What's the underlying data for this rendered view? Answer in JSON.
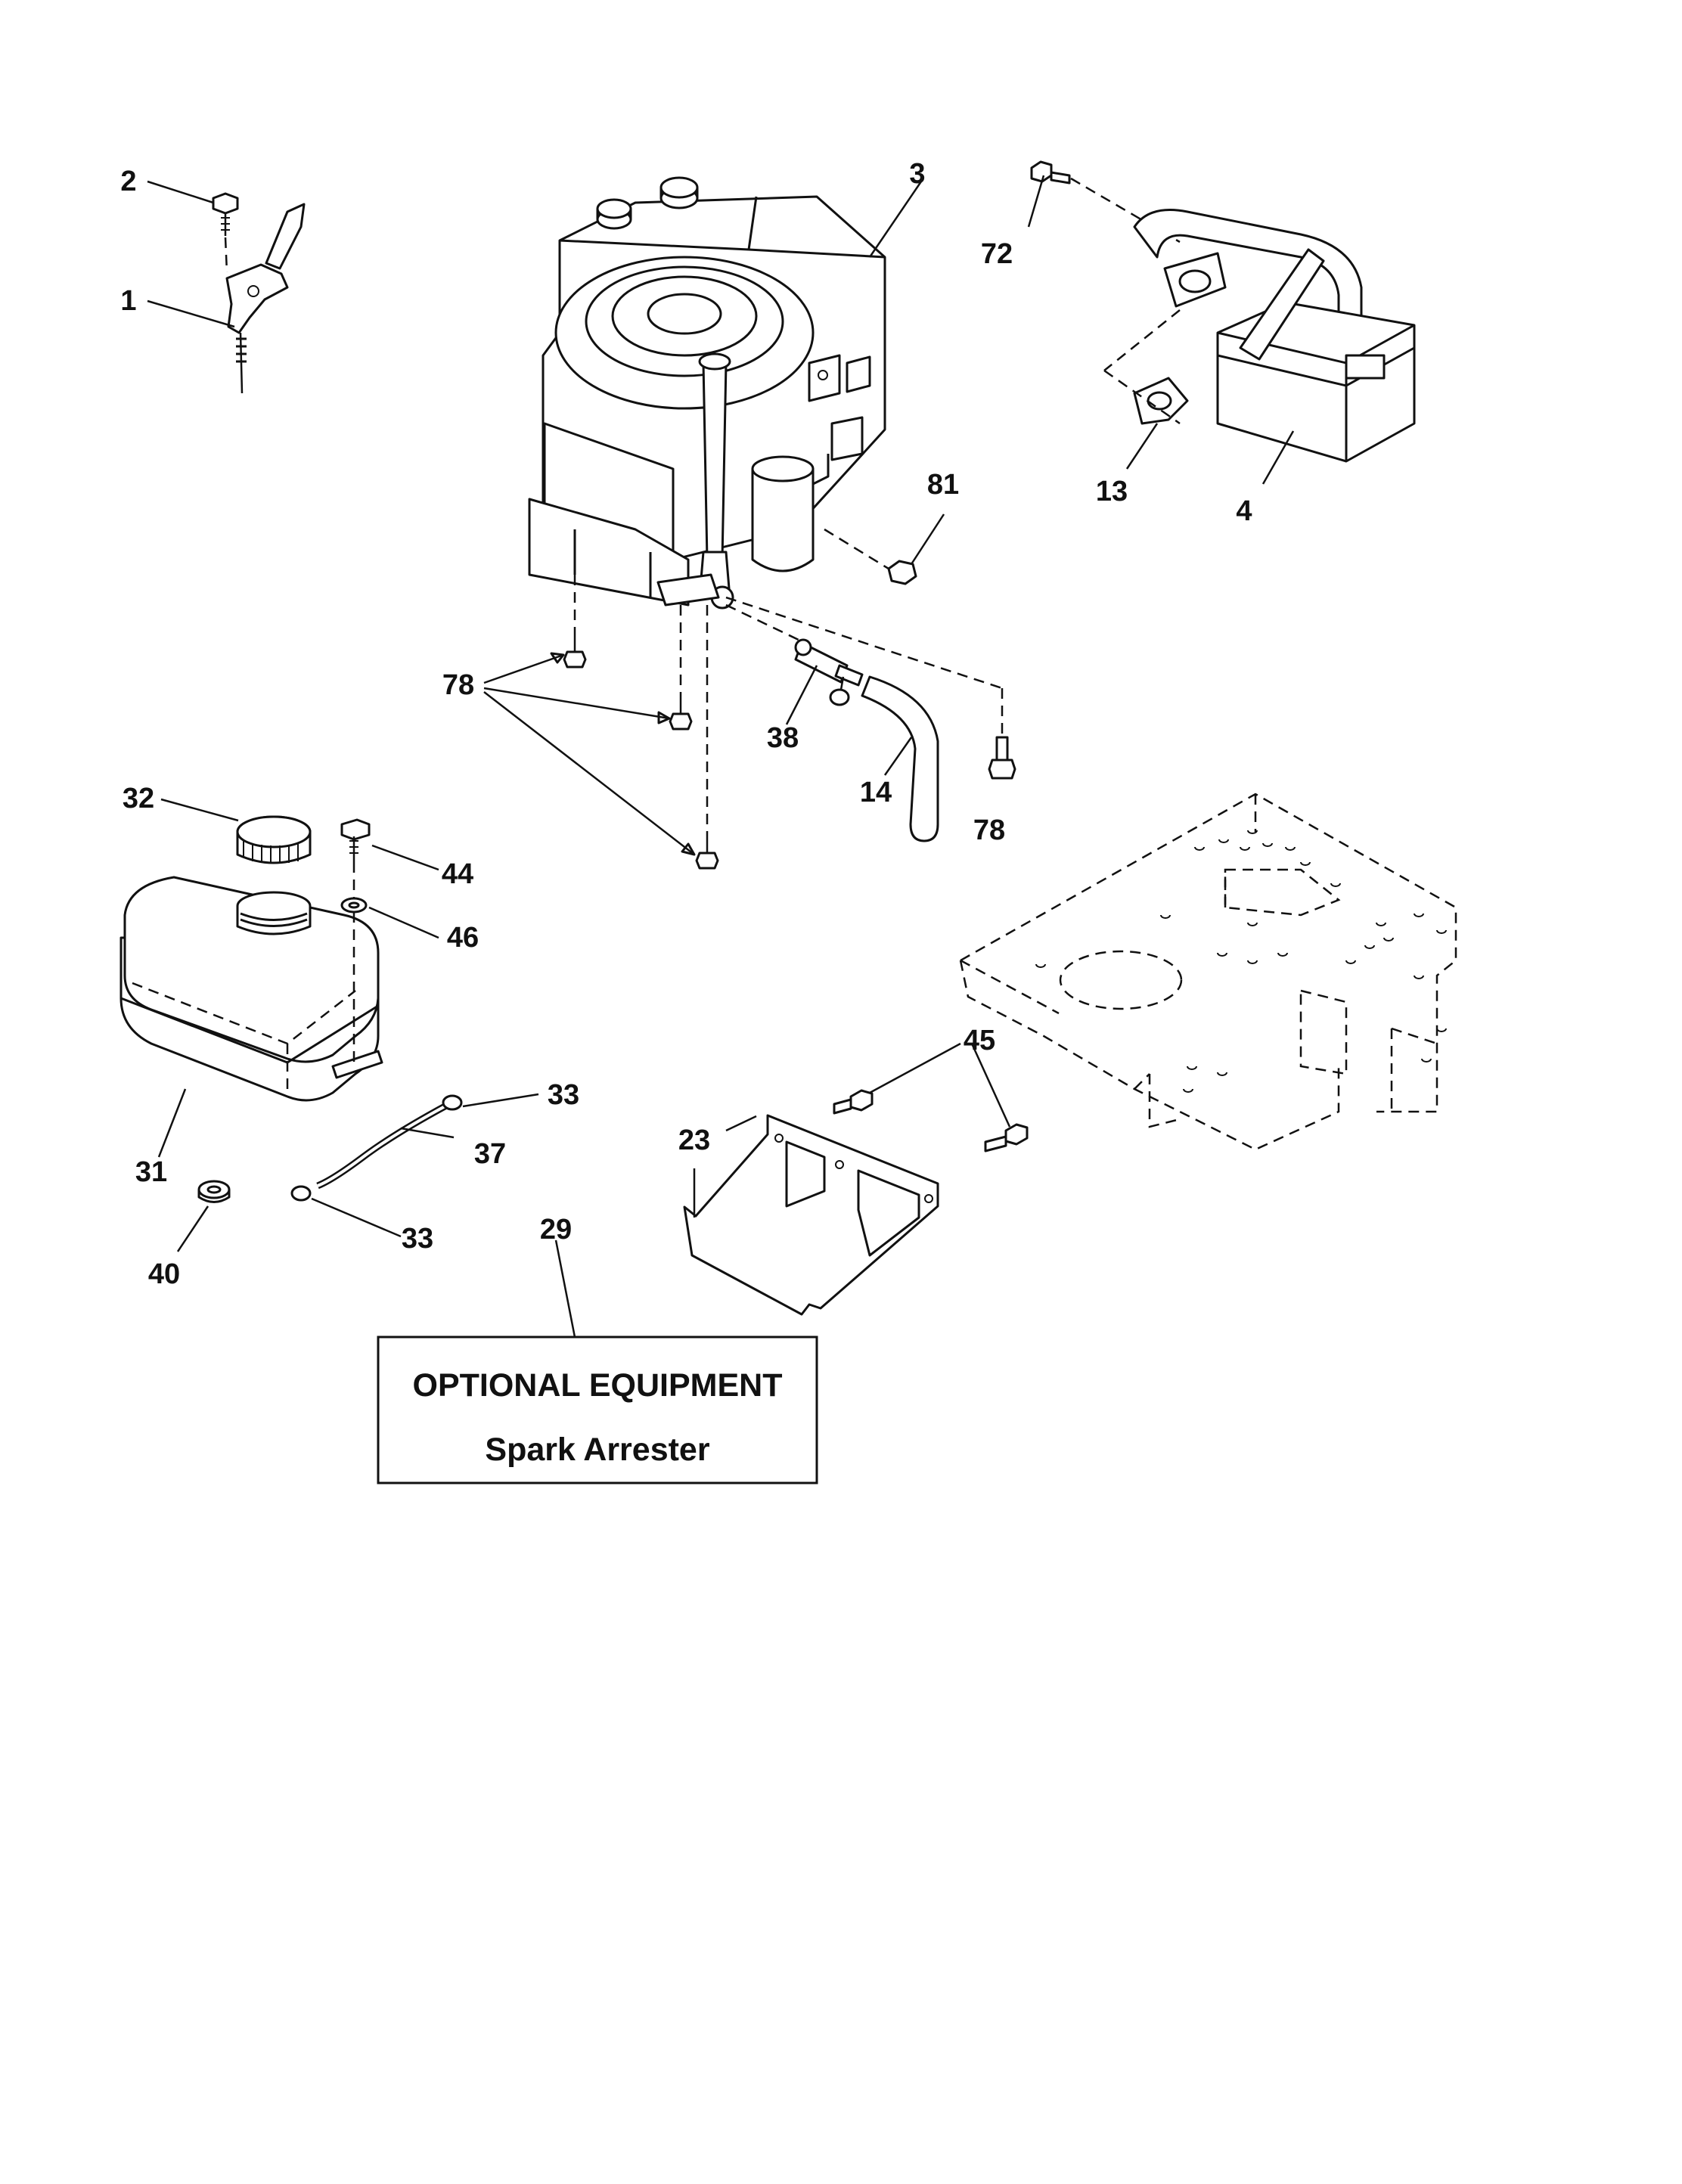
{
  "callouts": {
    "c1": "1",
    "c2": "2",
    "c3": "3",
    "c4": "4",
    "c13": "13",
    "c72": "72",
    "c81": "81",
    "c78a": "78",
    "c78b": "78",
    "c38": "38",
    "c14": "14",
    "c32": "32",
    "c44": "44",
    "c46": "46",
    "c33a": "33",
    "c33b": "33",
    "c37": "37",
    "c31": "31",
    "c40": "40",
    "c45": "45",
    "c23": "23",
    "c29": "29"
  },
  "optional_box": {
    "heading": "OPTIONAL EQUIPMENT",
    "item": "Spark Arrester"
  }
}
